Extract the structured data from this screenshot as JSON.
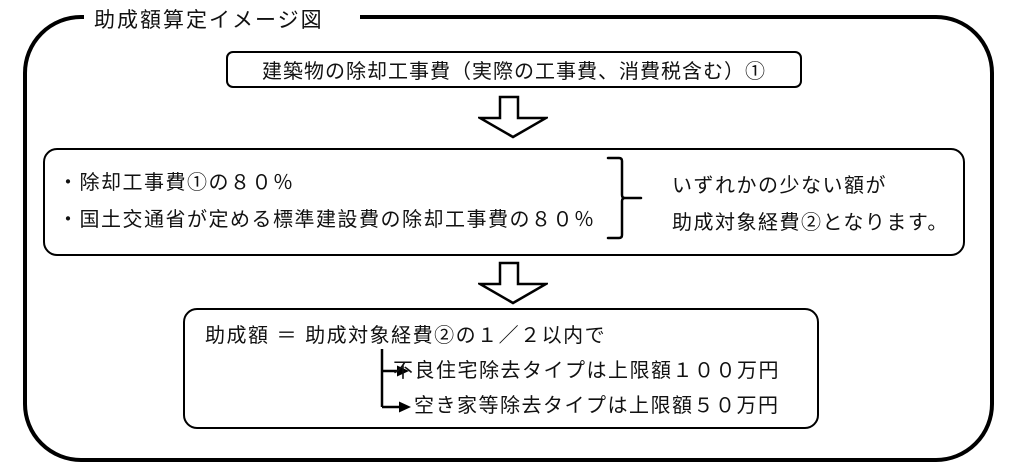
{
  "title": "助成額算定イメージ図",
  "top_box": {
    "text": "建築物の除却工事費（実際の工事費、消費税含む）①"
  },
  "middle_box": {
    "bullets": [
      "・除却工事費①の８０％",
      "・国土交通省が定める標準建設費の除却工事費の８０％"
    ],
    "note_line1": "いずれかの少ない額が",
    "note_line2": "助成対象経費②となります。"
  },
  "bottom_box": {
    "formula": "助成額 ＝ 助成対象経費②の１／２以内で",
    "branches": [
      "不良住宅除去タイプは上限額１００万円",
      "空き家等除去タイプは上限額５０万円"
    ]
  },
  "colors": {
    "line": "#000000",
    "background": "#ffffff",
    "text": "#111111"
  }
}
